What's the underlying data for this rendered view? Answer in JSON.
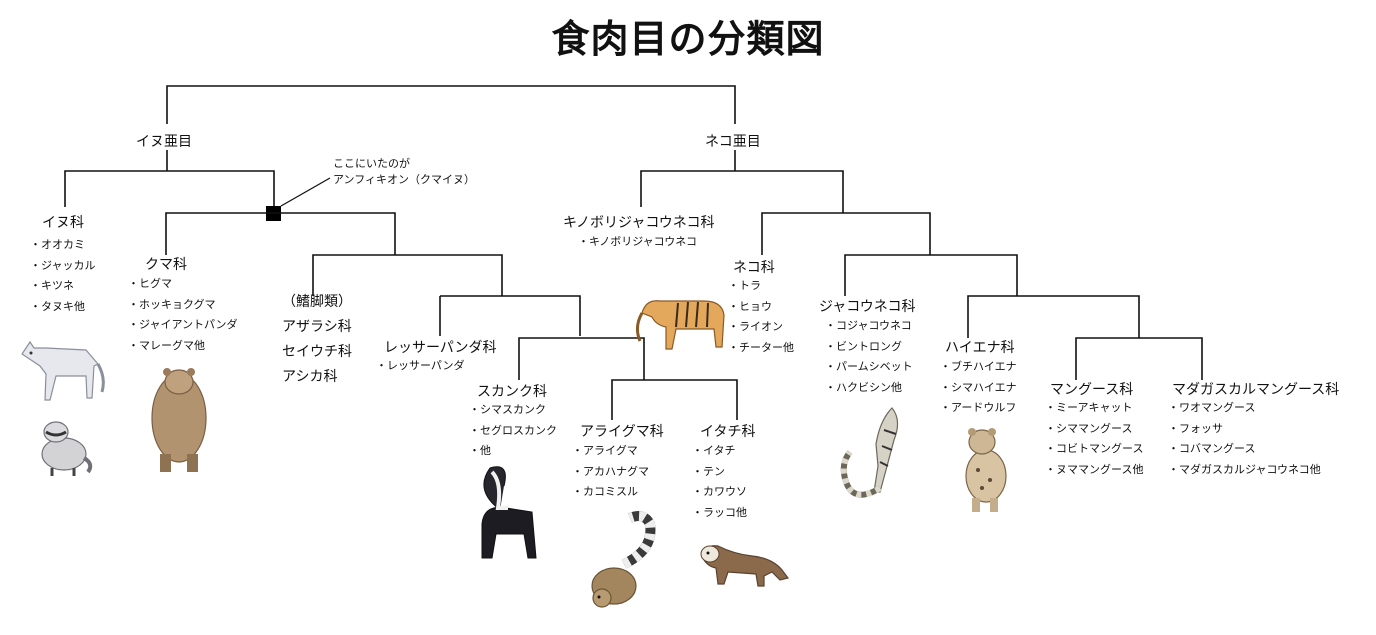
{
  "title": "食肉目の分類図",
  "suborders": {
    "canine": "イヌ亜目",
    "feline": "ネコ亜目"
  },
  "annotation": {
    "line1": "ここにいたのが",
    "line2": "アンフィキオン（クマイヌ）"
  },
  "families": {
    "canidae": {
      "name": "イヌ科",
      "species": [
        "オオカミ",
        "ジャッカル",
        "キツネ",
        "タヌキ他"
      ]
    },
    "ursidae": {
      "name": "クマ科",
      "species": [
        "ヒグマ",
        "ホッキョクグマ",
        "ジャイアントパンダ",
        "マレーグマ他"
      ]
    },
    "pinnipeds": {
      "group": "（鰭脚類）",
      "families": [
        "アザラシ科",
        "セイウチ科",
        "アシカ科"
      ]
    },
    "ailuridae": {
      "name": "レッサーパンダ科",
      "species": [
        "レッサーパンダ"
      ]
    },
    "mephitidae": {
      "name": "スカンク科",
      "species": [
        "シマスカンク",
        "セグロスカンク",
        "他"
      ]
    },
    "procyonidae": {
      "name": "アライグマ科",
      "species": [
        "アライグマ",
        "アカハナグマ",
        "カコミスル"
      ]
    },
    "mustelidae": {
      "name": "イタチ科",
      "species": [
        "イタチ",
        "テン",
        "カワウソ",
        "ラッコ他"
      ]
    },
    "nandiniidae": {
      "name": "キノボリジャコウネコ科",
      "species": [
        "キノボリジャコウネコ"
      ]
    },
    "felidae": {
      "name": "ネコ科",
      "species": [
        "トラ",
        "ヒョウ",
        "ライオン",
        "チーター他"
      ]
    },
    "viverridae": {
      "name": "ジャコウネコ科",
      "species": [
        "コジャコウネコ",
        "ビントロング",
        "パームシベット",
        "ハクビシン他"
      ]
    },
    "hyaenidae": {
      "name": "ハイエナ科",
      "species": [
        "ブチハイエナ",
        "シマハイエナ",
        "アードウルフ"
      ]
    },
    "herpestidae": {
      "name": "マングース科",
      "species": [
        "ミーアキャット",
        "シママングース",
        "コビトマングース",
        "ヌママングース他"
      ]
    },
    "eupleridae": {
      "name": "マダガスカルマングース科",
      "species": [
        "ワオマングース",
        "フォッサ",
        "コバマングース",
        "マダガスカルジャコウネコ他"
      ]
    }
  },
  "colors": {
    "line": "#111111",
    "text": "#111111",
    "node": "#000000"
  },
  "illustrations": [
    "wolf",
    "raccoon-dog",
    "brown-bear",
    "tiger",
    "skunk",
    "ringtail",
    "ferret",
    "civet",
    "hyena"
  ]
}
